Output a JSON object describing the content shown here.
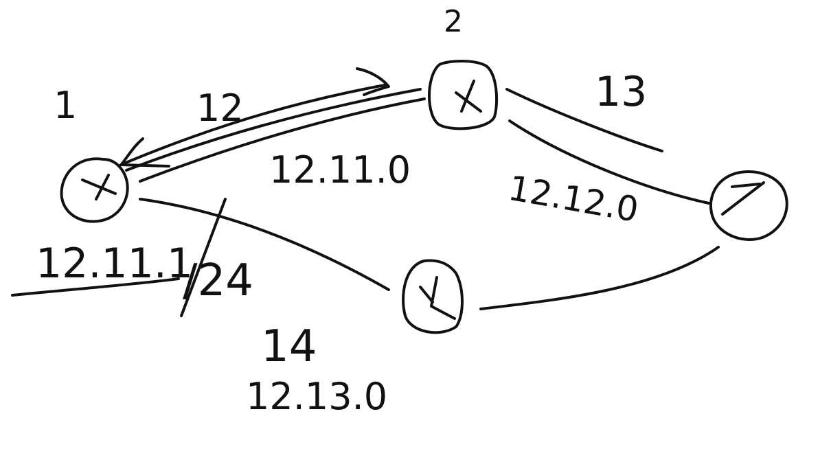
{
  "diagram": {
    "ink_color": "#111111",
    "nodes": [
      {
        "id": "router-1",
        "label": "1"
      },
      {
        "id": "router-2",
        "label": "2"
      },
      {
        "id": "router-3",
        "label": ""
      },
      {
        "id": "router-4",
        "label": ""
      }
    ],
    "links": [
      {
        "id": "link-1-2",
        "from": "router-1",
        "to": "router-2",
        "cost": "12",
        "network": "12.11.0"
      },
      {
        "id": "link-2-3",
        "from": "router-2",
        "to": "router-3",
        "cost": "13",
        "network": "12.12.0"
      },
      {
        "id": "link-1-4",
        "from": "router-1",
        "to": "router-4",
        "cost": "14",
        "network": "12.13.0"
      },
      {
        "id": "link-4-3",
        "from": "router-4",
        "to": "router-3",
        "cost": "",
        "network": ""
      }
    ],
    "interface": {
      "address": "12.11.1",
      "mask": "/24"
    }
  }
}
